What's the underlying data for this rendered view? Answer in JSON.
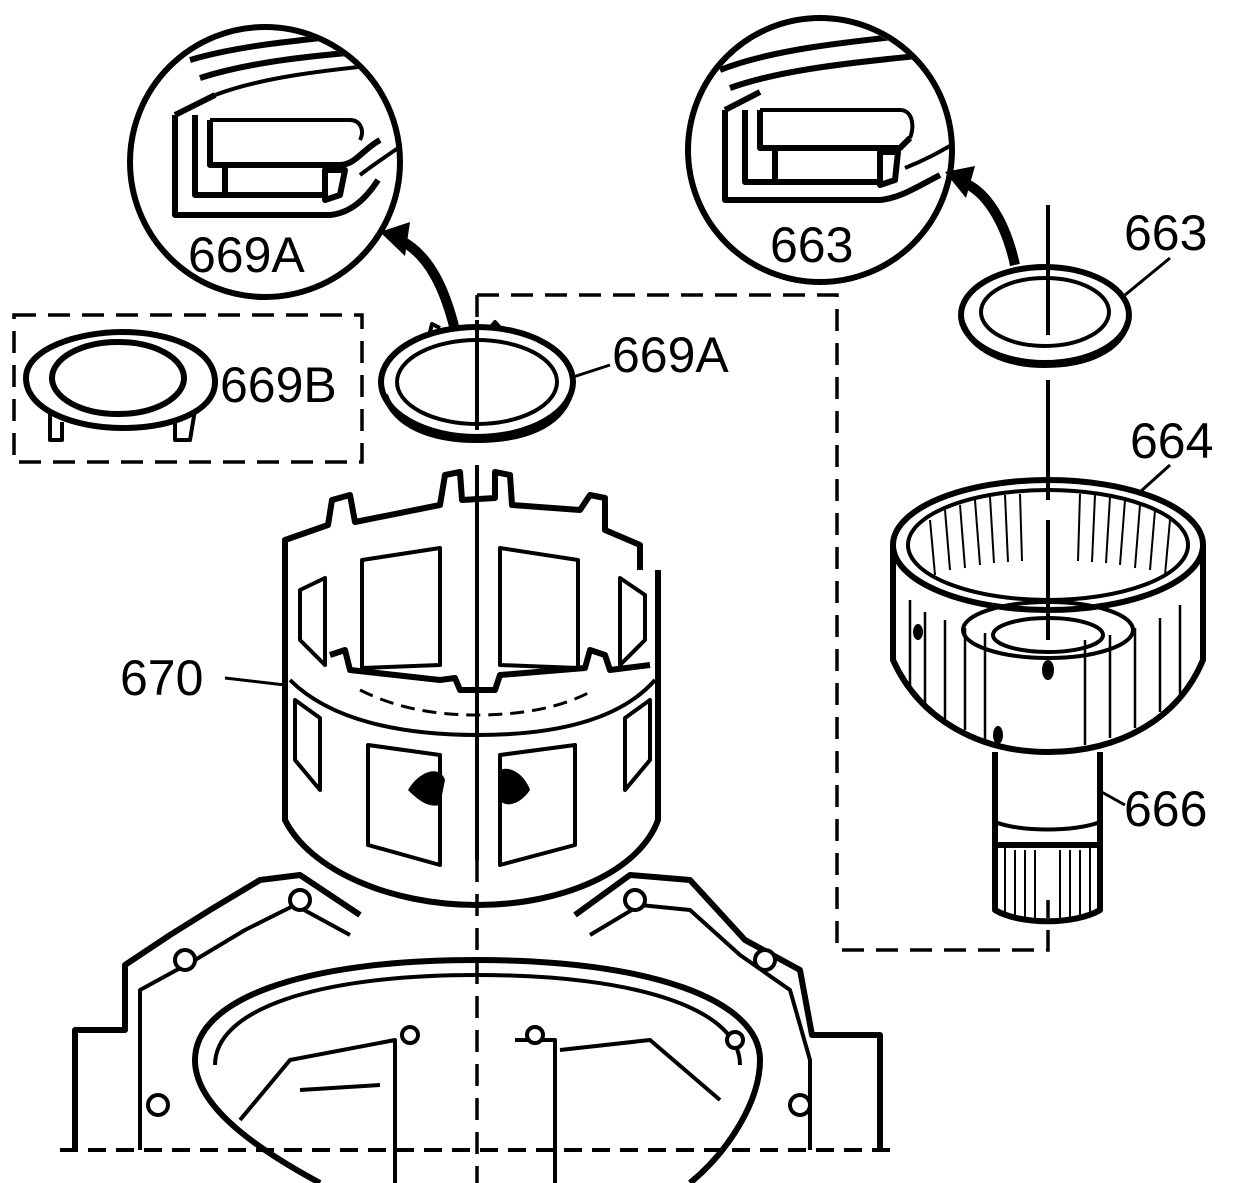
{
  "diagram": {
    "callouts": {
      "detail_left": "669A",
      "detail_right": "663",
      "seal_669a": "669A",
      "seal_669b": "669B",
      "washer_663": "663",
      "gear_664": "664",
      "shaft_666": "666",
      "housing_670": "670"
    },
    "colors": {
      "ink": "#000000",
      "paper": "#ffffff"
    }
  }
}
